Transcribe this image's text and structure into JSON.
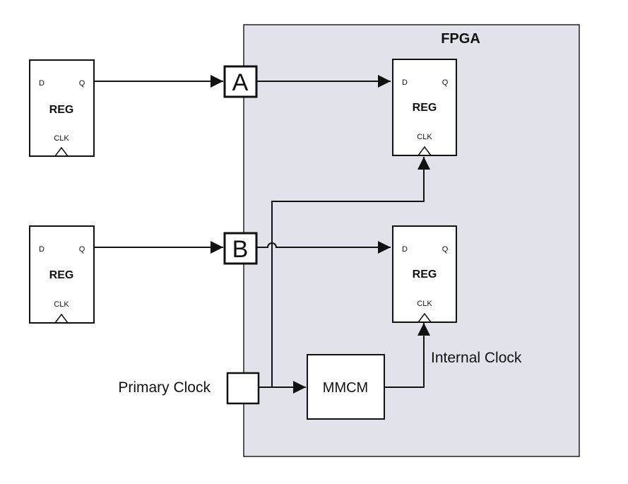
{
  "fpga": {
    "title": "FPGA",
    "fill_color": "#e2e2ea"
  },
  "registers": {
    "d_label": "D",
    "q_label": "Q",
    "name": "REG",
    "clk_label": "CLK"
  },
  "ports": {
    "a_label": "A",
    "b_label": "B"
  },
  "clocking": {
    "primary_clock_label": "Primary Clock",
    "internal_clock_label": "Internal Clock",
    "mmcm_label": "MMCM"
  },
  "colors": {
    "stroke": "#111111",
    "box_fill": "#ffffff"
  }
}
